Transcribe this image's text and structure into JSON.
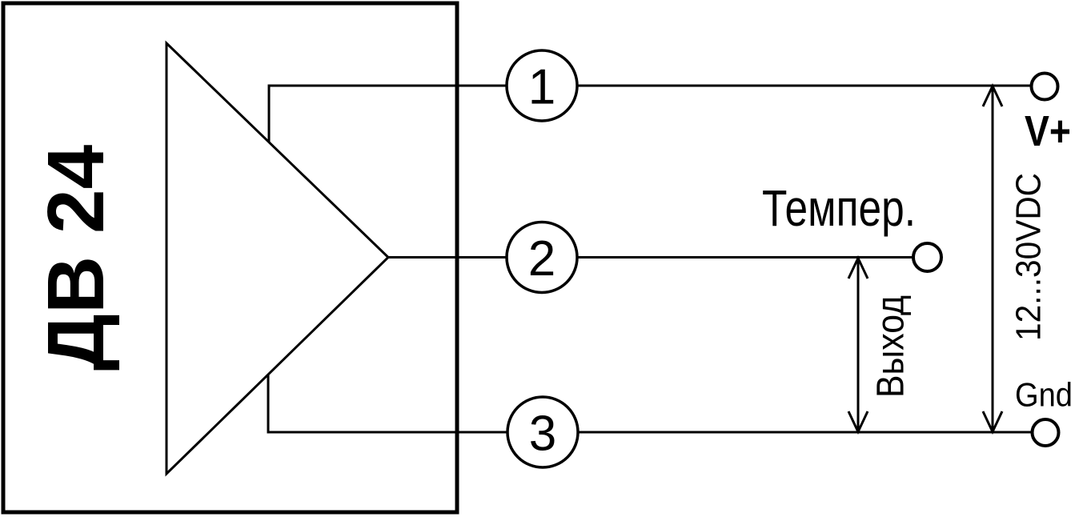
{
  "device": {
    "label": "ДВ 24"
  },
  "pins": [
    {
      "number": "1"
    },
    {
      "number": "2"
    },
    {
      "number": "3"
    }
  ],
  "terminals": {
    "positive_label": "V+",
    "ground_label": "Gnd",
    "output_label": "Темпер."
  },
  "annotations": {
    "supply_range": "12...30VDC",
    "output_span": "Выход"
  },
  "colors": {
    "line": "#000000",
    "background": "#ffffff"
  }
}
